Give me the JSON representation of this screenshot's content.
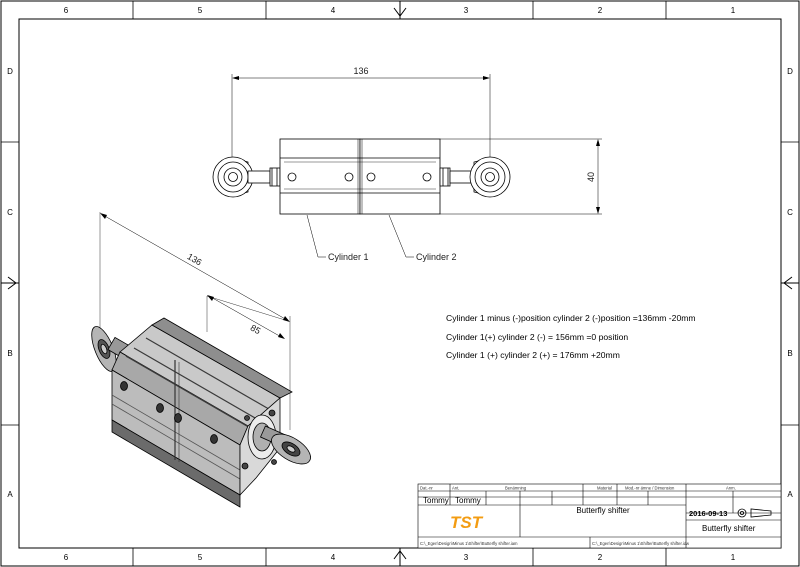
{
  "frame": {
    "columns_top": [
      "6",
      "5",
      "4",
      "3",
      "2",
      "1"
    ],
    "columns_bottom": [
      "6",
      "5",
      "4",
      "3",
      "2",
      "1"
    ],
    "rows_left": [
      "D",
      "C",
      "B",
      "A"
    ],
    "rows_right": [
      "D",
      "C",
      "B",
      "A"
    ]
  },
  "top_view": {
    "width_dim": "136",
    "height_dim": "40",
    "label_cyl1": "Cylinder 1",
    "label_cyl2": "Cylinder 2"
  },
  "iso_view": {
    "dim_length": "136",
    "dim_body": "85"
  },
  "notes": [
    "Cylinder 1 minus (-)position  cylinder 2 (-)position =136mm -20mm",
    "Cylinder 1(+) cylinder 2 (-) = 156mm   =0 position",
    "Cylinder 1 (+) cylinder 2 (+) = 176mm +20mm"
  ],
  "title_block": {
    "hdr_dat": "Dat.-nr",
    "hdr_ant": "Ant.",
    "hdr_benamning": "Benämning",
    "hdr_material": "Material",
    "hdr_modnr": "Mod.-nr ämne / Dimension",
    "hdr_anm": "Anm.",
    "drawn_by_1": "Tommy",
    "drawn_by_2": "Tommy",
    "company_logo": "TST",
    "title": "Butterfly shifter",
    "date": "2016-09-13",
    "name_box": "Butterfly shifter",
    "path_left": "C:\\_Egen\\Design\\Minus 1\\Shifter\\Butterfly shifter.iam",
    "path_right": "C:\\_Egen\\Design\\Minus 1\\Shifter\\Butterfly shifter.idw"
  }
}
